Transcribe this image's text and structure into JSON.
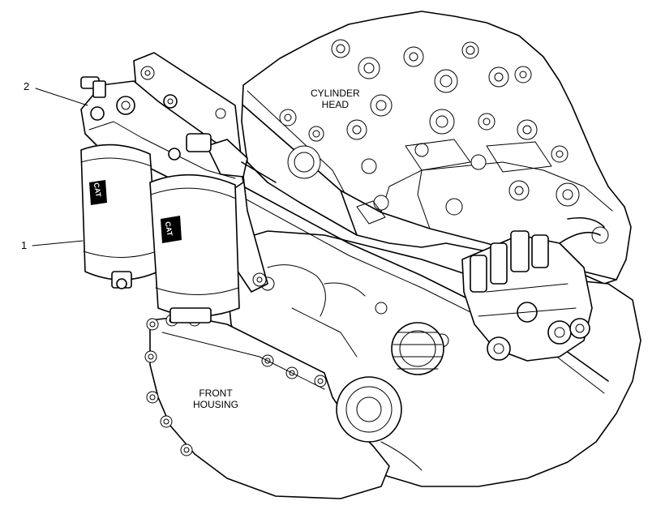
{
  "callouts": [
    {
      "number": "1",
      "label": "1"
    },
    {
      "number": "2",
      "label": "2"
    }
  ],
  "area_labels": {
    "cylinder_head": [
      "CYLINDER",
      "HEAD"
    ],
    "front_housing": [
      "FRONT",
      "HOUSING"
    ]
  },
  "brand_marks": [
    "CAT",
    "CAT"
  ],
  "colors": {
    "line": "#000000",
    "background": "#ffffff"
  }
}
